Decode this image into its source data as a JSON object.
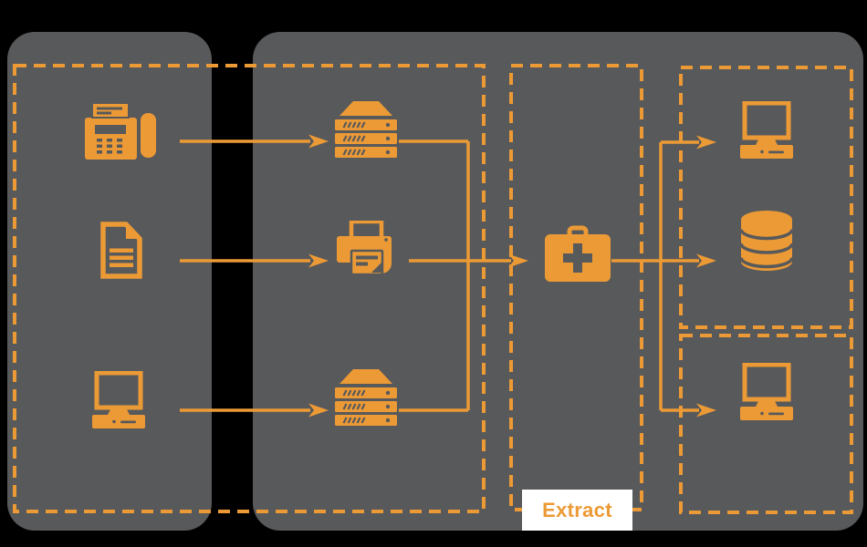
{
  "theme": {
    "background": "#000000",
    "panel": "#58595B",
    "accent": "#EC9A36",
    "label_bg": "#FFFFFF"
  },
  "labels": {
    "extract": "Extract"
  },
  "diagram": {
    "type": "flow",
    "stages": [
      {
        "name": "sources",
        "nodes": [
          "fax",
          "document",
          "desktop-computer"
        ]
      },
      {
        "name": "capture-systems",
        "nodes": [
          "server",
          "printer",
          "server"
        ]
      },
      {
        "name": "extract",
        "label": "Extract",
        "nodes": [
          "toolbox"
        ]
      },
      {
        "name": "outputs-upper",
        "nodes": [
          "desktop-computer",
          "database"
        ]
      },
      {
        "name": "outputs-lower",
        "nodes": [
          "desktop-computer"
        ]
      }
    ],
    "edges": [
      {
        "from": "fax",
        "to": "server-top"
      },
      {
        "from": "document",
        "to": "printer"
      },
      {
        "from": "desktop-computer-source",
        "to": "server-bottom"
      },
      {
        "from": "server-top",
        "to": "toolbox"
      },
      {
        "from": "printer",
        "to": "toolbox"
      },
      {
        "from": "server-bottom",
        "to": "toolbox"
      },
      {
        "from": "toolbox",
        "to": "desktop-computer-upper"
      },
      {
        "from": "toolbox",
        "to": "database"
      },
      {
        "from": "toolbox",
        "to": "desktop-computer-lower"
      }
    ]
  }
}
